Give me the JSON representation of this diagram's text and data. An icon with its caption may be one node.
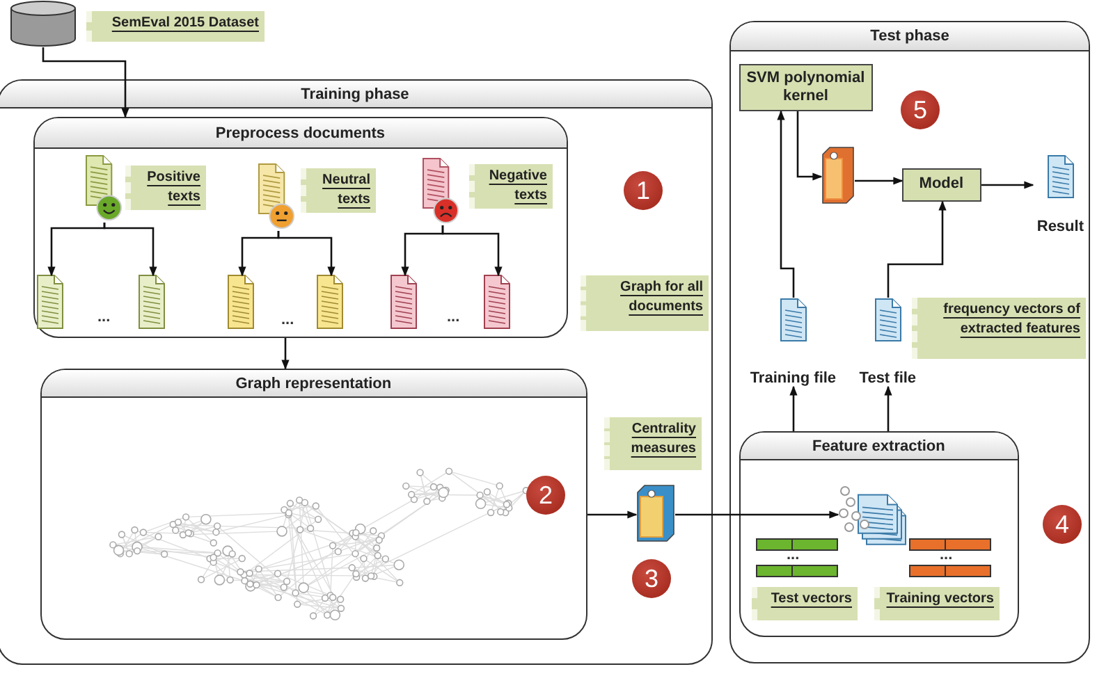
{
  "diagram": {
    "nodes": [
      {
        "text": [],
        "shape": "cylinder",
        "beside": [
          "SemEval 2015 Dataset"
        ]
      },
      {
        "text": [
          "Training phase"
        ]
      },
      {
        "text": [
          "Preprocess documents"
        ],
        "in": 1
      },
      {
        "text": [],
        "shape": "document",
        "in": 2,
        "beside": [
          "Positive texts"
        ]
      },
      {
        "text": [],
        "shape": "document",
        "in": 2,
        "beside": [
          "Neutral texts"
        ]
      },
      {
        "text": [],
        "shape": "document",
        "in": 2,
        "beside": [
          "Negative texts"
        ]
      },
      {
        "text": [],
        "shape": "document",
        "in": 2
      },
      {
        "text": [],
        "shape": "document",
        "in": 2
      },
      {
        "text": [],
        "shape": "document",
        "in": 2
      },
      {
        "text": [],
        "shape": "document",
        "in": 2
      },
      {
        "text": [],
        "shape": "document",
        "in": 2
      },
      {
        "text": [],
        "shape": "document",
        "in": 2
      },
      {
        "text": [
          "Graph representation"
        ],
        "in": 1
      },
      {
        "text": [],
        "shape": "box",
        "in": 1,
        "beside": [
          "Centrality measures"
        ]
      },
      {
        "text": [
          "Test phase"
        ]
      },
      {
        "text": [
          "SVM polynomial kernel"
        ],
        "in": 14
      },
      {
        "text": [],
        "shape": "box",
        "in": 14
      },
      {
        "text": [
          "Model"
        ],
        "in": 14
      },
      {
        "text": [
          "Result"
        ],
        "in": 14
      },
      {
        "text": [
          "Training file"
        ],
        "in": 14
      },
      {
        "text": [
          "Test file"
        ],
        "in": 14,
        "beside": [
          "frequency vectors of extracted features"
        ]
      },
      {
        "text": [
          "Feature extraction"
        ],
        "in": 14
      },
      {
        "text": [],
        "shape": "document",
        "in": 21
      }
    ],
    "edges": [
      {
        "from": 0,
        "to": 2,
        "arrow": "to"
      },
      {
        "from": 3,
        "to": 6,
        "arrow": "to"
      },
      {
        "from": 3,
        "to": 7,
        "arrow": "to"
      },
      {
        "from": 4,
        "to": 8,
        "arrow": "to"
      },
      {
        "from": 4,
        "to": 9,
        "arrow": "to"
      },
      {
        "from": 5,
        "to": 10,
        "arrow": "to"
      },
      {
        "from": 5,
        "to": 11,
        "arrow": "to"
      },
      {
        "from": 2,
        "to": 12,
        "arrow": "to"
      },
      {
        "from": 12,
        "to": 13,
        "arrow": "to"
      },
      {
        "from": 13,
        "to": 22,
        "arrow": "to"
      },
      {
        "from": 21,
        "to": 19,
        "arrow": "to"
      },
      {
        "from": 21,
        "to": 20,
        "arrow": "to"
      },
      {
        "from": 19,
        "to": 15,
        "arrow": "to"
      },
      {
        "from": 15,
        "to": 16,
        "arrow": "to"
      },
      {
        "from": 16,
        "to": 17,
        "arrow": "to"
      },
      {
        "from": 17,
        "to": 18,
        "arrow": "to"
      },
      {
        "from": 20,
        "to": 17,
        "arrow": "to"
      }
    ],
    "labels": [
      "5",
      "1",
      "...",
      "...",
      "...",
      "Graph for all documents",
      "2",
      "3",
      "4",
      "...",
      "...",
      "Test vectors",
      "Training vectors"
    ]
  }
}
